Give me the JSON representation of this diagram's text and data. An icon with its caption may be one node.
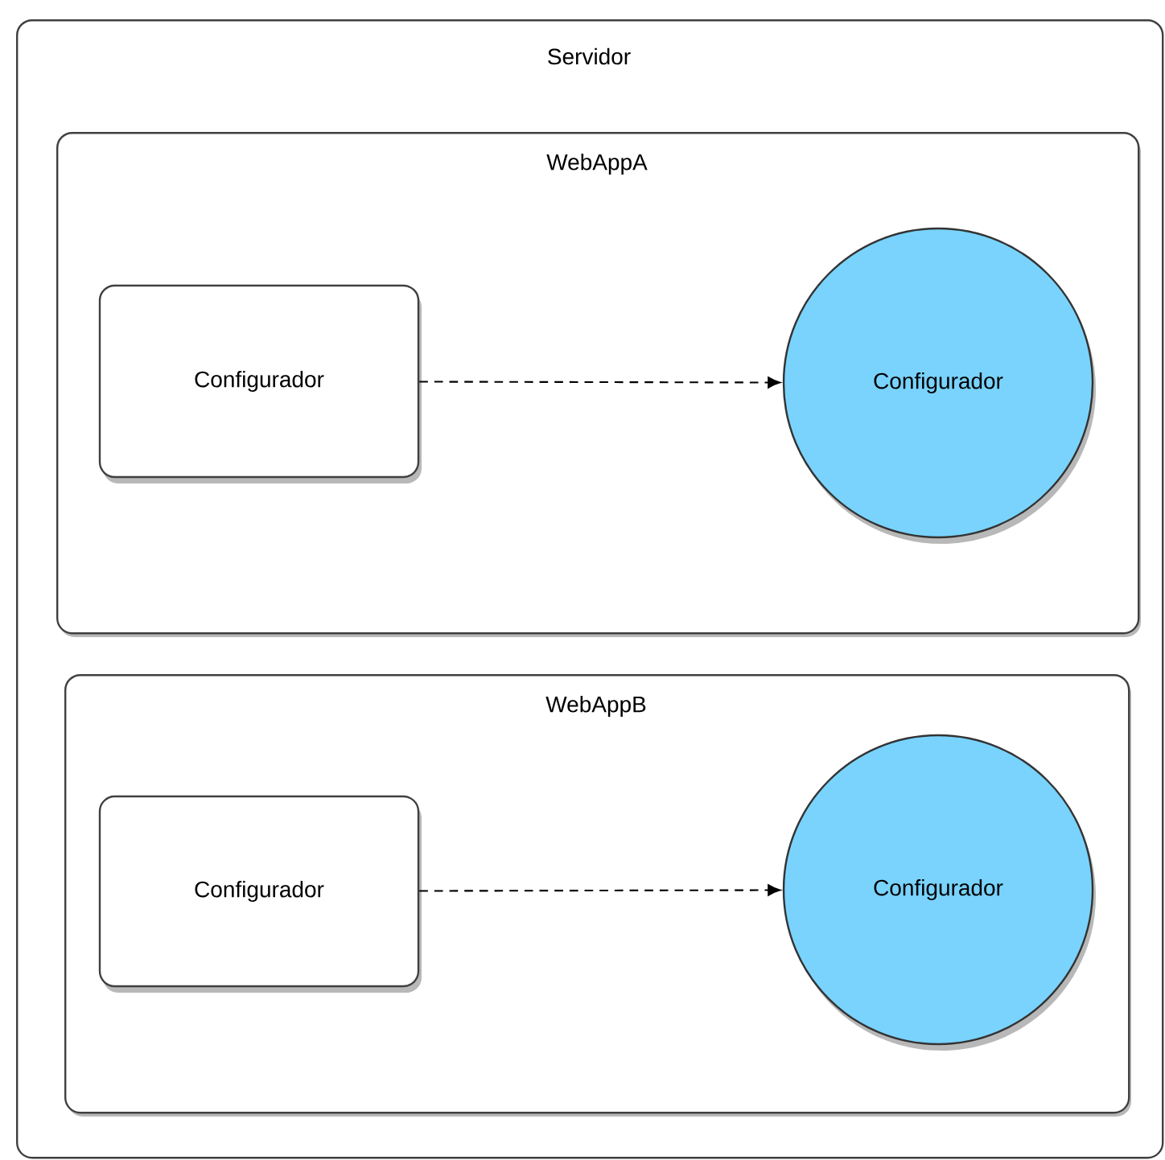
{
  "diagram": {
    "nodes": [
      {
        "text": [
          "Servidor"
        ]
      },
      {
        "text": [
          "WebAppA"
        ],
        "in": 0
      },
      {
        "text": [
          "Configurador"
        ],
        "in": 1
      },
      {
        "text": [
          "Configurador"
        ],
        "in": 1
      },
      {
        "text": [
          "WebAppB"
        ],
        "in": 0
      },
      {
        "text": [
          "Configurador"
        ],
        "in": 4
      },
      {
        "text": [
          "Configurador"
        ],
        "in": 4
      }
    ],
    "edges": [
      {
        "from": 2,
        "to": 3,
        "arrow": "to",
        "style": "dashed"
      },
      {
        "from": 5,
        "to": 6,
        "arrow": "to",
        "style": "dashed"
      }
    ]
  }
}
